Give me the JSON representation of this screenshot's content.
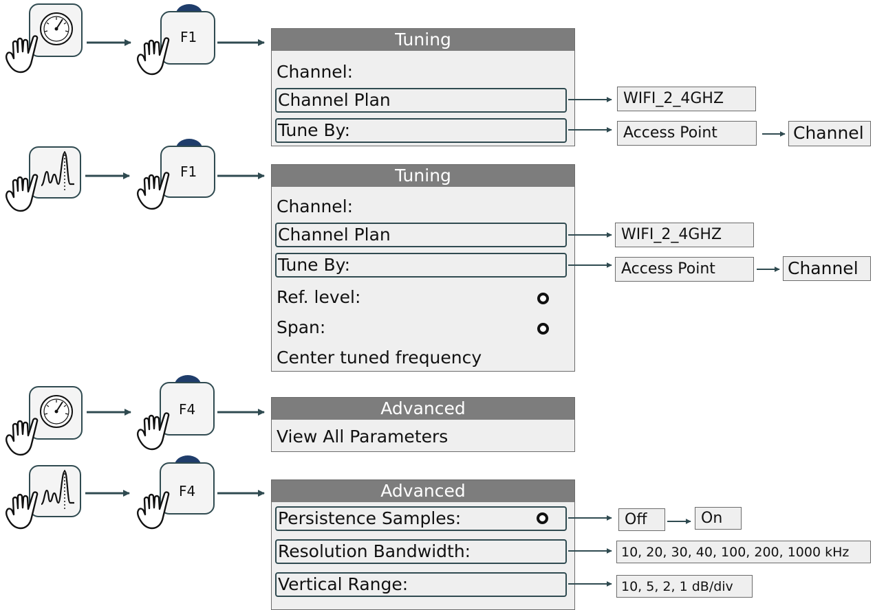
{
  "colors": {
    "menu_title_bg": "#7d7d7d",
    "menu_bg": "#efefef",
    "accent": "#2f4a50",
    "key_cap": "#1f3d6b"
  },
  "icons": {
    "meter": "meter-icon",
    "spectrum": "spectrum-icon",
    "hand": "hand-pointer-icon"
  },
  "rows": [
    {
      "mode_icon": "meter-icon",
      "key": "F1",
      "menu": {
        "title": "Tuning",
        "items": [
          {
            "label": "Channel:"
          },
          {
            "label": "Channel Plan",
            "values": [
              "WIFI_2_4GHZ"
            ]
          },
          {
            "label": "Tune By:",
            "values": [
              "Access Point",
              "Channel"
            ]
          }
        ]
      }
    },
    {
      "mode_icon": "spectrum-icon",
      "key": "F1",
      "menu": {
        "title": "Tuning",
        "items": [
          {
            "label": "Channel:"
          },
          {
            "label": "Channel Plan",
            "values": [
              "WIFI_2_4GHZ"
            ]
          },
          {
            "label": "Tune By:",
            "values": [
              "Access Point",
              "Channel"
            ]
          },
          {
            "label": "Ref. level:"
          },
          {
            "label": "Span:"
          },
          {
            "label": "Center tuned frequency"
          }
        ]
      }
    },
    {
      "mode_icon": "meter-icon",
      "key": "F4",
      "menu": {
        "title": "Advanced",
        "items": [
          {
            "label": "View All Parameters"
          }
        ]
      }
    },
    {
      "mode_icon": "spectrum-icon",
      "key": "F4",
      "menu": {
        "title": "Advanced",
        "items": [
          {
            "label": "Persistence Samples:",
            "values": [
              "Off",
              "On"
            ]
          },
          {
            "label": "Resolution Bandwidth:",
            "values": [
              "10, 20, 30, 40, 100, 200, 1000 kHz"
            ]
          },
          {
            "label": "Vertical Range:",
            "values": [
              "10, 5, 2, 1 dB/div"
            ]
          }
        ]
      }
    }
  ]
}
